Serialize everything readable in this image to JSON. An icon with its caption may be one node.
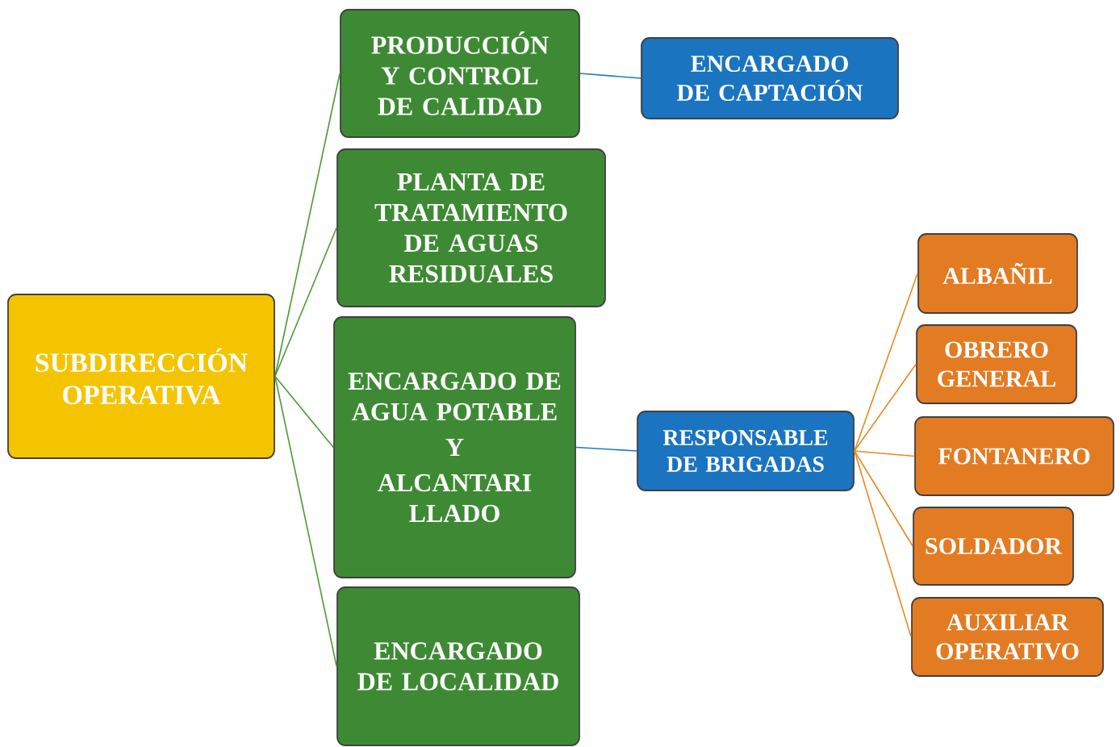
{
  "diagram": {
    "nodes": [
      {
        "text": [
          "SUBDIRECCIÓN OPERATIVA"
        ]
      },
      {
        "text": [
          "PRODUCCIÓN Y CONTROL DE CALIDAD"
        ]
      },
      {
        "text": [
          "ENCARGADO DE CAPTACIÓN"
        ]
      },
      {
        "text": [
          "PLANTA DE TRATAMIENTO DE AGUAS RESIDUALES"
        ]
      },
      {
        "text": [
          "ENCARGADO DE AGUA POTABLE",
          "Y",
          "ALCANTARI LLADO"
        ]
      },
      {
        "text": [
          "ENCARGADO DE LOCALIDAD"
        ]
      },
      {
        "text": [
          "RESPONSABLE DE BRIGADAS"
        ]
      },
      {
        "text": [
          "ALBAÑIL"
        ]
      },
      {
        "text": [
          "OBRERO GENERAL"
        ]
      },
      {
        "text": [
          "FONTANERO"
        ]
      },
      {
        "text": [
          "SOLDADOR"
        ]
      },
      {
        "text": [
          "AUXILIAR OPERATIVO"
        ]
      }
    ],
    "edges": [
      {
        "from": 0,
        "to": 1,
        "arrow": "none",
        "color": "#4a9a32"
      },
      {
        "from": 0,
        "to": 3,
        "arrow": "none",
        "color": "#4a9a32"
      },
      {
        "from": 0,
        "to": 4,
        "arrow": "none",
        "color": "#4a9a32"
      },
      {
        "from": 0,
        "to": 5,
        "arrow": "none",
        "color": "#4a9a32"
      },
      {
        "from": 1,
        "to": 2,
        "arrow": "none",
        "color": "#1f7ac0"
      },
      {
        "from": 4,
        "to": 6,
        "arrow": "none",
        "color": "#1f7ac0"
      },
      {
        "from": 6,
        "to": 7,
        "arrow": "none",
        "color": "#e8891e"
      },
      {
        "from": 6,
        "to": 8,
        "arrow": "none",
        "color": "#e8891e"
      },
      {
        "from": 6,
        "to": 9,
        "arrow": "none",
        "color": "#e8891e"
      },
      {
        "from": 6,
        "to": 10,
        "arrow": "none",
        "color": "#e8891e"
      },
      {
        "from": 6,
        "to": 11,
        "arrow": "none",
        "color": "#e8891e"
      }
    ]
  }
}
